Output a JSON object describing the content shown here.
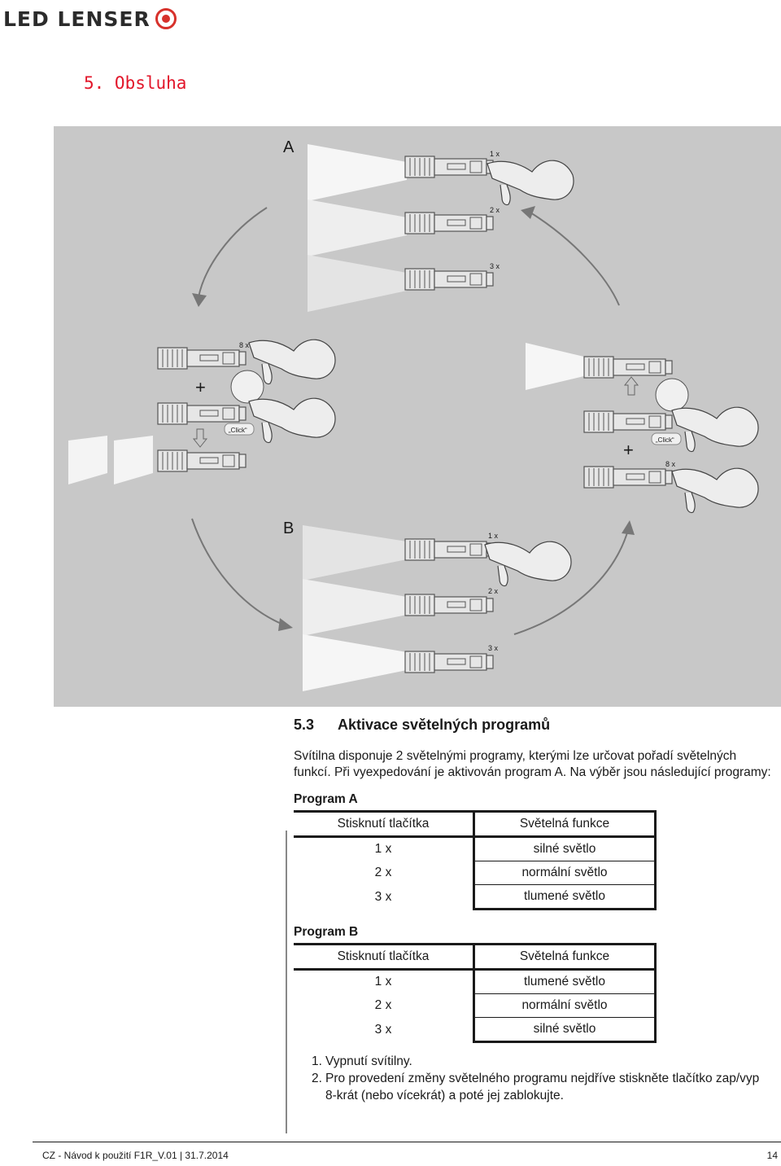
{
  "logo": {
    "text": "LED LENSER"
  },
  "section": {
    "title": "5. Obsluha"
  },
  "figure": {
    "label_a": "A",
    "label_b": "B",
    "press_1": "1 x",
    "press_2": "2 x",
    "press_3": "3 x",
    "press_8": "8 x",
    "click": "„Click“",
    "plus": "+"
  },
  "content": {
    "heading_num": "5.3",
    "heading_text": "Aktivace světelných programů",
    "intro": "Svítilna disponuje 2 světelnými programy, kterými lze určovat pořadí světelných funkcí. Při vyexpedování je aktivován program A. Na výběr jsou následující programy:",
    "program_a": {
      "title": "Program A",
      "col1": "Stisknutí tlačítka",
      "col2": "Světelná funkce",
      "rows": [
        {
          "press": "1 x",
          "func": "silné světlo"
        },
        {
          "press": "2 x",
          "func": "normální světlo"
        },
        {
          "press": "3 x",
          "func": "tlumené světlo"
        }
      ]
    },
    "program_b": {
      "title": "Program B",
      "col1": "Stisknutí tlačítka",
      "col2": "Světelná funkce",
      "rows": [
        {
          "press": "1 x",
          "func": "tlumené světlo"
        },
        {
          "press": "2 x",
          "func": "normální světlo"
        },
        {
          "press": "3 x",
          "func": "silné světlo"
        }
      ]
    },
    "notes": [
      {
        "num": "1.",
        "text": "Vypnutí svítilny."
      },
      {
        "num": "2.",
        "text": "Pro provedení změny světelného programu nejdříve stiskněte tlačítko zap/vyp 8-krát (nebo vícekrát) a poté jej zablokujte."
      }
    ]
  },
  "footer": {
    "text": "CZ - Návod k použití F1R_V.01 | 31.7.2014",
    "page": "14"
  }
}
